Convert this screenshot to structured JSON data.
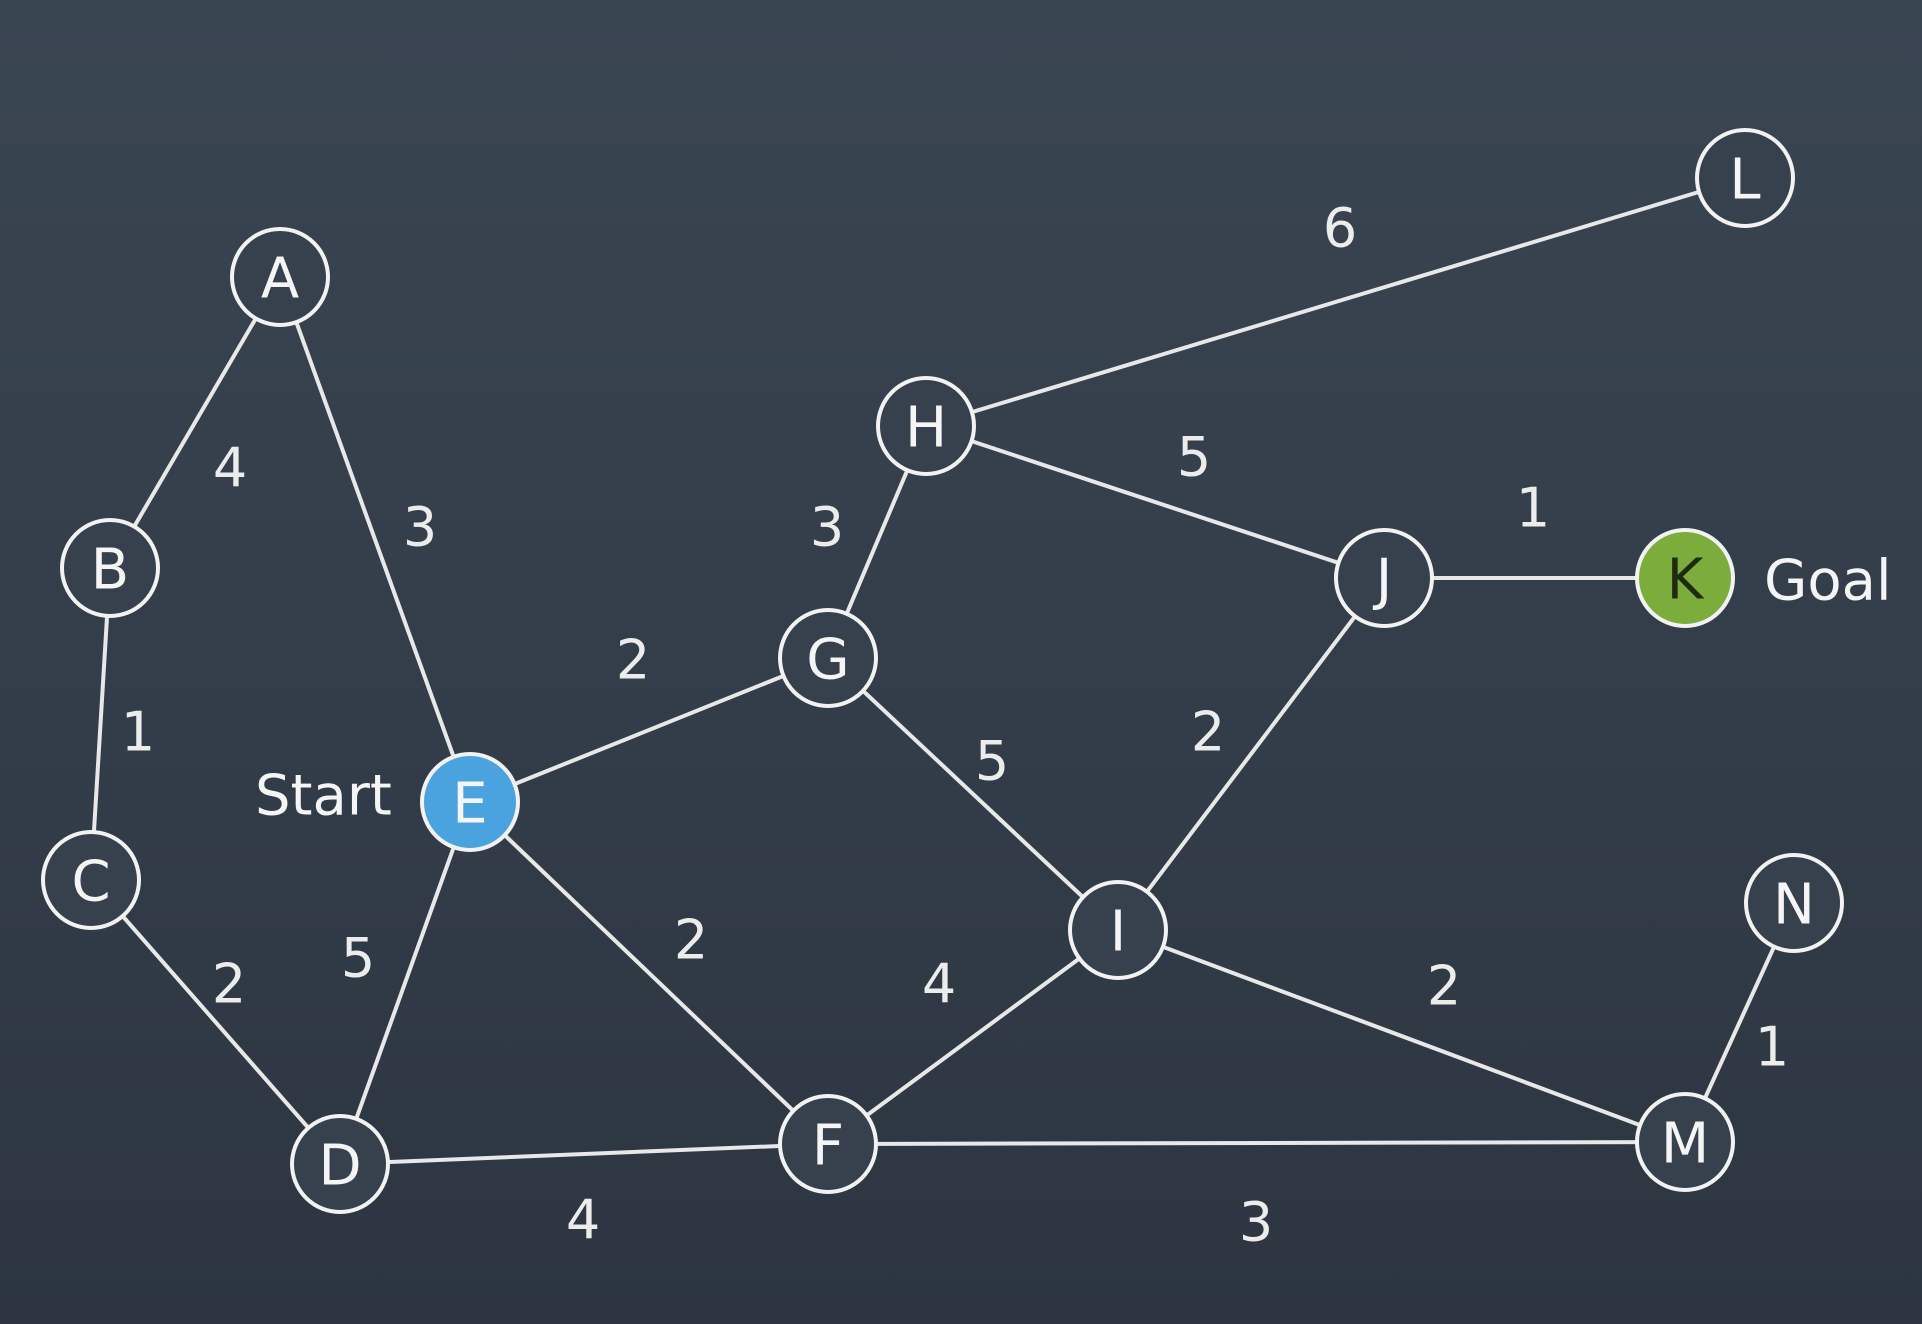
{
  "colors": {
    "background": "#36414d",
    "line": "#e8e8e8",
    "node_fill": "#36414d",
    "node_text": "#f5f5f5",
    "start_fill": "#4aa3df",
    "goal_fill": "#7cad3c",
    "goal_text": "#1e2a12"
  },
  "nodes": [
    {
      "id": "A",
      "label": "A"
    },
    {
      "id": "B",
      "label": "B"
    },
    {
      "id": "C",
      "label": "C"
    },
    {
      "id": "D",
      "label": "D"
    },
    {
      "id": "E",
      "label": "E",
      "role": "start"
    },
    {
      "id": "F",
      "label": "F"
    },
    {
      "id": "G",
      "label": "G"
    },
    {
      "id": "H",
      "label": "H"
    },
    {
      "id": "I",
      "label": "I"
    },
    {
      "id": "J",
      "label": "J"
    },
    {
      "id": "K",
      "label": "K",
      "role": "goal"
    },
    {
      "id": "L",
      "label": "L"
    },
    {
      "id": "M",
      "label": "M"
    },
    {
      "id": "N",
      "label": "N"
    }
  ],
  "edges": [
    {
      "from": "A",
      "to": "B",
      "weight": "4"
    },
    {
      "from": "A",
      "to": "E",
      "weight": "3"
    },
    {
      "from": "B",
      "to": "C",
      "weight": "1"
    },
    {
      "from": "C",
      "to": "D",
      "weight": "2"
    },
    {
      "from": "D",
      "to": "E",
      "weight": "5"
    },
    {
      "from": "D",
      "to": "F",
      "weight": "4"
    },
    {
      "from": "E",
      "to": "G",
      "weight": "2"
    },
    {
      "from": "E",
      "to": "F",
      "weight": "2"
    },
    {
      "from": "G",
      "to": "H",
      "weight": "3"
    },
    {
      "from": "G",
      "to": "I",
      "weight": "5"
    },
    {
      "from": "H",
      "to": "L",
      "weight": "6"
    },
    {
      "from": "H",
      "to": "J",
      "weight": "5"
    },
    {
      "from": "J",
      "to": "K",
      "weight": "1"
    },
    {
      "from": "I",
      "to": "J",
      "weight": "2"
    },
    {
      "from": "F",
      "to": "I",
      "weight": "4"
    },
    {
      "from": "I",
      "to": "M",
      "weight": "2"
    },
    {
      "from": "F",
      "to": "M",
      "weight": "3"
    },
    {
      "from": "M",
      "to": "N",
      "weight": "1"
    }
  ],
  "labels": {
    "start": "Start",
    "goal": "Goal"
  }
}
